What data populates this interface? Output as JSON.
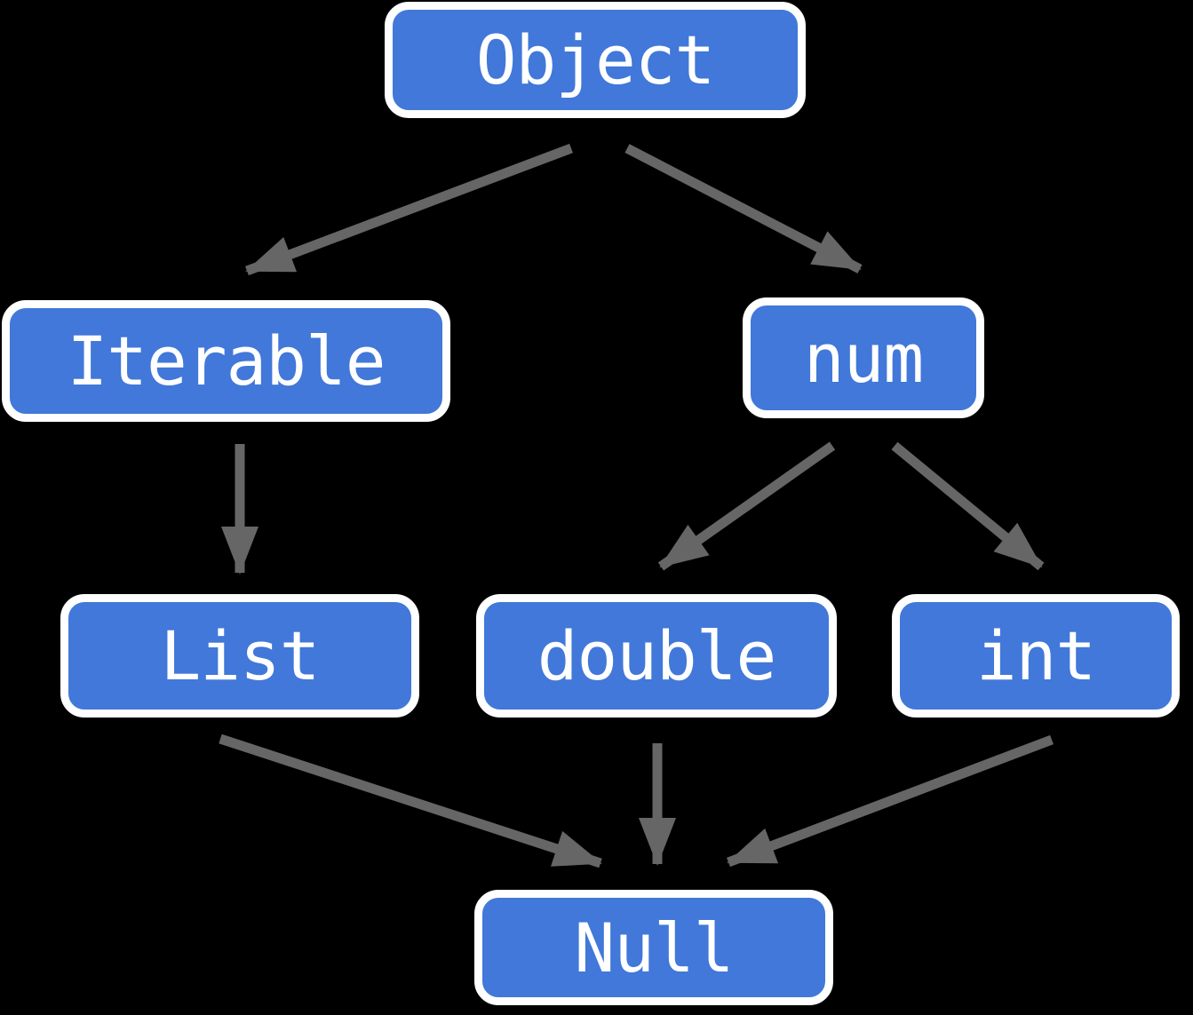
{
  "diagram": {
    "kind": "type-hierarchy",
    "nodes": [
      {
        "id": "object",
        "label": "Object"
      },
      {
        "id": "iterable",
        "label": "Iterable"
      },
      {
        "id": "num",
        "label": "num"
      },
      {
        "id": "list",
        "label": "List"
      },
      {
        "id": "double",
        "label": "double"
      },
      {
        "id": "int",
        "label": "int"
      },
      {
        "id": "null",
        "label": "Null"
      }
    ],
    "edges": [
      {
        "from": "Object",
        "to": "Iterable"
      },
      {
        "from": "Object",
        "to": "num"
      },
      {
        "from": "Iterable",
        "to": "List"
      },
      {
        "from": "num",
        "to": "double"
      },
      {
        "from": "num",
        "to": "int"
      },
      {
        "from": "List",
        "to": "Null"
      },
      {
        "from": "double",
        "to": "Null"
      },
      {
        "from": "int",
        "to": "Null"
      }
    ]
  },
  "colors": {
    "background": "#000000",
    "node-fill": "#4178d9",
    "node-border": "#ffffff",
    "node-text": "#ffffff",
    "arrow": "#666666"
  }
}
